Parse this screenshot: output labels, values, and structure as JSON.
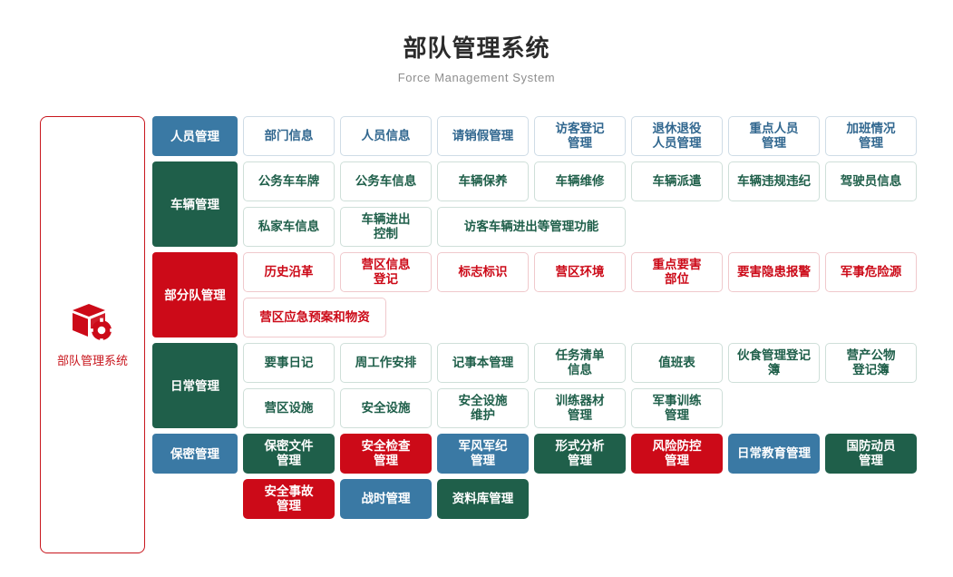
{
  "header": {
    "title": "部队管理系统",
    "subtitle": "Force Management System"
  },
  "sidebar": {
    "label": "部队管理系统",
    "icon": "cube-gear-icon",
    "border_color": "#c8161d",
    "text_color": "#c8161d"
  },
  "theme_colors": {
    "blue": "#3a79a4",
    "green": "#1f5f4a",
    "red": "#cc0a18",
    "outline_border": "#d8dde0",
    "title_text": "#2b2b2b",
    "subtitle_text": "#8e8e8e"
  },
  "groups": [
    {
      "label": "人员管理",
      "theme": "blue",
      "rows": [
        [
          {
            "label": "部门信息"
          },
          {
            "label": "人员信息"
          },
          {
            "label": "请销假管理"
          },
          {
            "label": "访客登记\n管理"
          },
          {
            "label": "退休退役\n人员管理"
          },
          {
            "label": "重点人员\n管理"
          },
          {
            "label": "加班情况\n管理"
          }
        ]
      ]
    },
    {
      "label": "车辆管理",
      "theme": "green",
      "rows": [
        [
          {
            "label": "公务车车牌"
          },
          {
            "label": "公务车信息"
          },
          {
            "label": "车辆保养"
          },
          {
            "label": "车辆维修"
          },
          {
            "label": "车辆派遣"
          },
          {
            "label": "车辆违规违纪"
          },
          {
            "label": "驾驶员信息"
          }
        ],
        [
          {
            "label": "私家车信息"
          },
          {
            "label": "车辆进出\n控制"
          },
          {
            "label": "访客车辆进出等管理功能",
            "span": "span2"
          }
        ]
      ]
    },
    {
      "label": "部分队管理",
      "theme": "red",
      "rows": [
        [
          {
            "label": "历史沿革"
          },
          {
            "label": "营区信息\n登记"
          },
          {
            "label": "标志标识"
          },
          {
            "label": "营区环境"
          },
          {
            "label": "重点要害\n部位"
          },
          {
            "label": "要害隐患报警"
          },
          {
            "label": "军事危险源"
          }
        ],
        [
          {
            "label": "营区应急预案和物资",
            "span": "span15"
          }
        ]
      ]
    },
    {
      "label": "日常管理",
      "theme": "green",
      "rows": [
        [
          {
            "label": "要事日记"
          },
          {
            "label": "周工作安排"
          },
          {
            "label": "记事本管理"
          },
          {
            "label": "任务清单\n信息"
          },
          {
            "label": "值班表"
          },
          {
            "label": "伙食管理登记簿"
          },
          {
            "label": "营产公物\n登记簿"
          }
        ],
        [
          {
            "label": "营区设施"
          },
          {
            "label": "安全设施"
          },
          {
            "label": "安全设施\n维护"
          },
          {
            "label": "训练器材\n管理"
          },
          {
            "label": "军事训练\n管理"
          }
        ]
      ]
    },
    {
      "label": "保密管理",
      "theme": "blue",
      "rows": [
        [
          {
            "label": "保密文件\n管理",
            "color": "green"
          },
          {
            "label": "安全检查\n管理",
            "color": "red"
          },
          {
            "label": "军风军纪\n管理",
            "color": "blue"
          },
          {
            "label": "形式分析\n管理",
            "color": "green"
          },
          {
            "label": "风险防控\n管理",
            "color": "red"
          },
          {
            "label": "日常教育管理",
            "color": "blue"
          },
          {
            "label": "国防动员\n管理",
            "color": "green"
          }
        ]
      ]
    }
  ],
  "tail_row": [
    {
      "label": "安全事故\n管理",
      "color": "red"
    },
    {
      "label": "战时管理",
      "color": "blue"
    },
    {
      "label": "资料库管理",
      "color": "green"
    }
  ]
}
